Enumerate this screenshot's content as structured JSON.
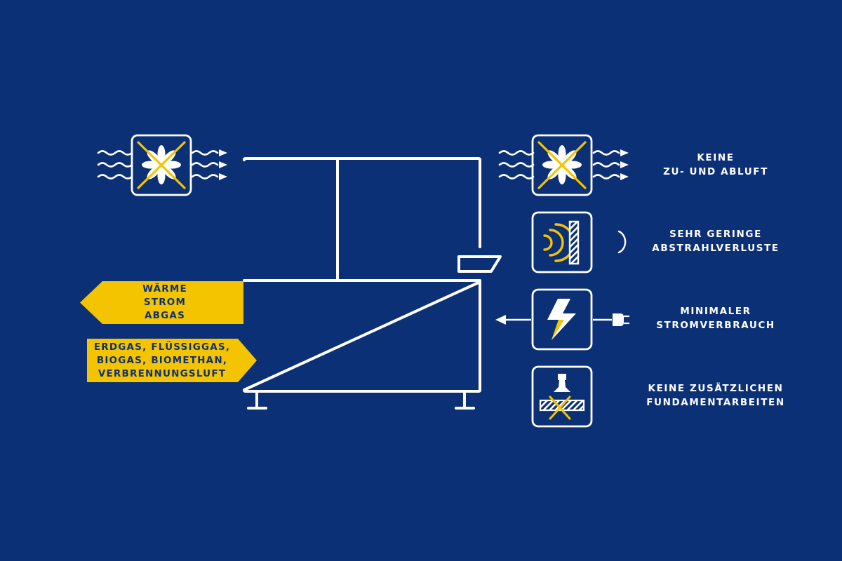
{
  "colors": {
    "background": "#0c3076",
    "line": "#ffffff",
    "accent": "#f5c400"
  },
  "outputs_arrow": {
    "lines": [
      "WÄRME",
      "STROM",
      "ABGAS"
    ]
  },
  "inputs_arrow": {
    "lines": [
      "ERDGAS, FLÜSSIGGAS,",
      "BIOGAS, BIOMETHAN,",
      "VERBRENNUNGSLUFT"
    ]
  },
  "features": [
    {
      "icon": "crossed-fan-icon",
      "lines": [
        "KEINE",
        "ZU- UND ABLUFT"
      ]
    },
    {
      "icon": "insulation-wall-icon",
      "lines": [
        "SEHR GERINGE",
        "ABSTRAHLVERLUSTE"
      ]
    },
    {
      "icon": "lightning-icon",
      "lines": [
        "MINIMALER",
        "STROMVERBRAUCH"
      ]
    },
    {
      "icon": "crossed-foundation-icon",
      "lines": [
        "KEINE ZUSÄTZLICHEN",
        "FUNDAMENTARBEITEN"
      ]
    }
  ]
}
